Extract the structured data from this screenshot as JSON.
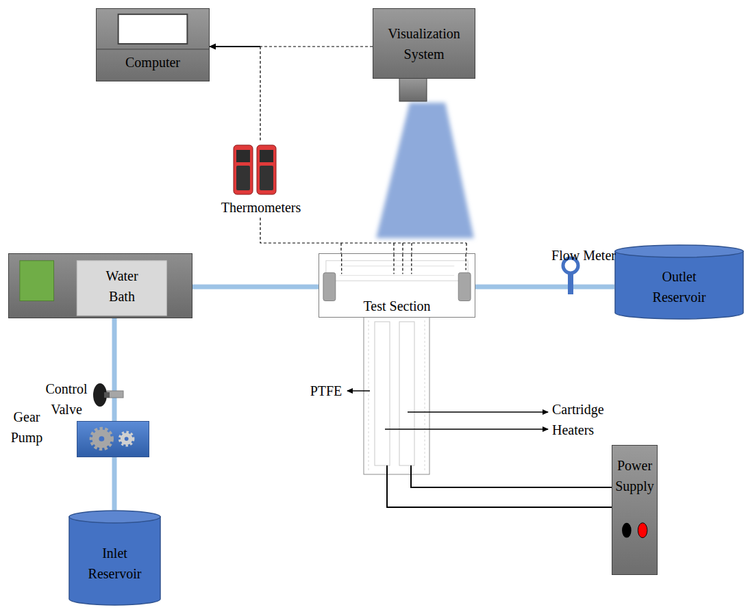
{
  "diagram": {
    "nodes": [
      {
        "text": [
          "Computer"
        ]
      },
      {
        "text": [
          "Visualization System"
        ]
      },
      {
        "text": [
          "Water Bath"
        ]
      },
      {
        "text": [
          "Test Section"
        ]
      },
      {
        "text": [
          "Outlet Reservoir"
        ]
      },
      {
        "text": [
          "Gear Pump"
        ]
      },
      {
        "text": [
          "Power Supply"
        ]
      },
      {
        "text": [
          "Inlet Reservoir"
        ]
      }
    ],
    "edges": [
      {
        "from": 1,
        "to": 0,
        "arrow": "to"
      },
      {
        "from": 2,
        "to": 3,
        "arrow": "none"
      },
      {
        "from": 3,
        "to": 4,
        "arrow": "none"
      },
      {
        "from": 7,
        "to": 5,
        "arrow": "none"
      },
      {
        "from": 5,
        "to": 2,
        "arrow": "none"
      }
    ],
    "labels": [
      "Thermometers",
      "Flow Meter",
      "Control Valve",
      "PTFE",
      "Cartridge Heaters"
    ]
  }
}
